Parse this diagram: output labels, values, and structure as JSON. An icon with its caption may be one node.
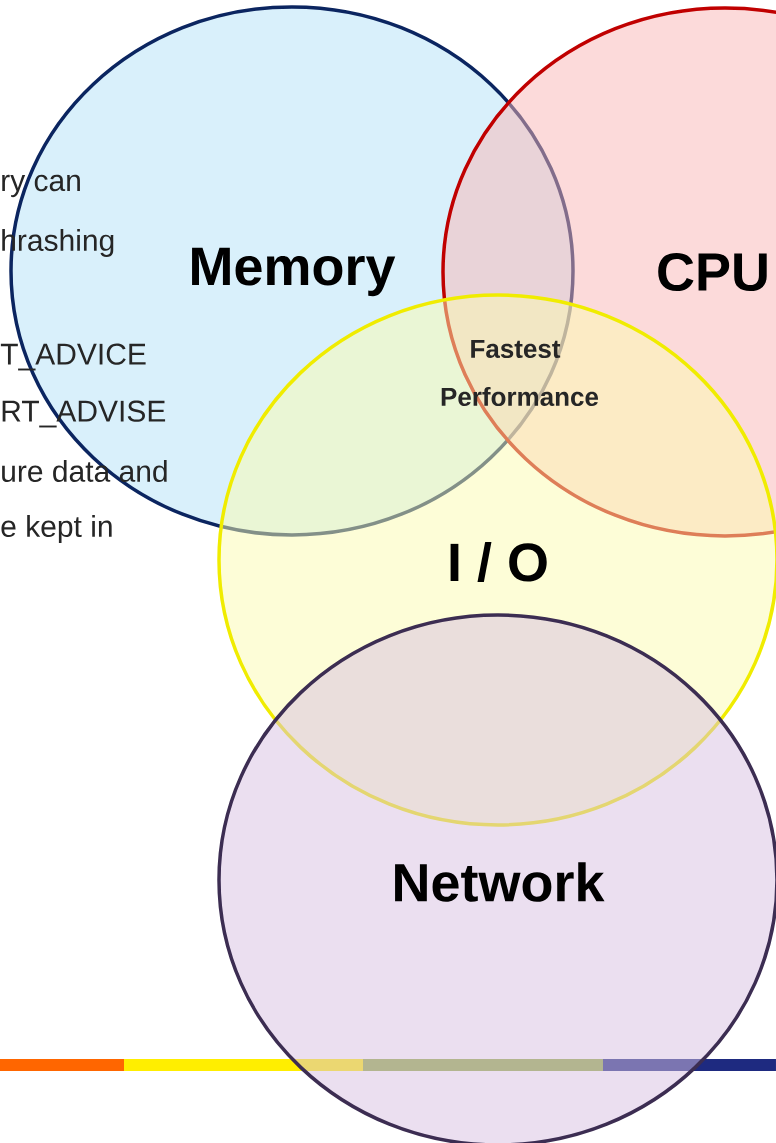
{
  "diagram": {
    "nodes": [
      {
        "text": [
          "Memory"
        ]
      },
      {
        "text": [
          "CPU"
        ]
      },
      {
        "text": [
          "I / O"
        ]
      },
      {
        "text": [
          "Network"
        ]
      }
    ],
    "labels": [
      "ry can",
      "hrashing",
      "T_ADVICE",
      "RT_ADVISE",
      "ure data and",
      "e kept in",
      "Fastest Performance"
    ]
  }
}
